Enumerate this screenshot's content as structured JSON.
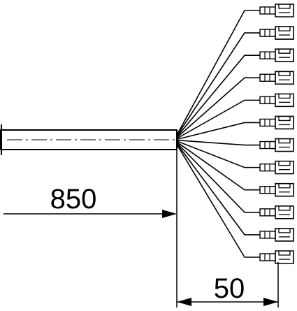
{
  "dimensions": {
    "cable_length": "850",
    "lead_length": "50"
  },
  "connector": {
    "lead_count": 12,
    "terminal_type": "flat-receptacle-connector-icon"
  },
  "colors": {
    "line": "#000000",
    "background": "#ffffff"
  }
}
